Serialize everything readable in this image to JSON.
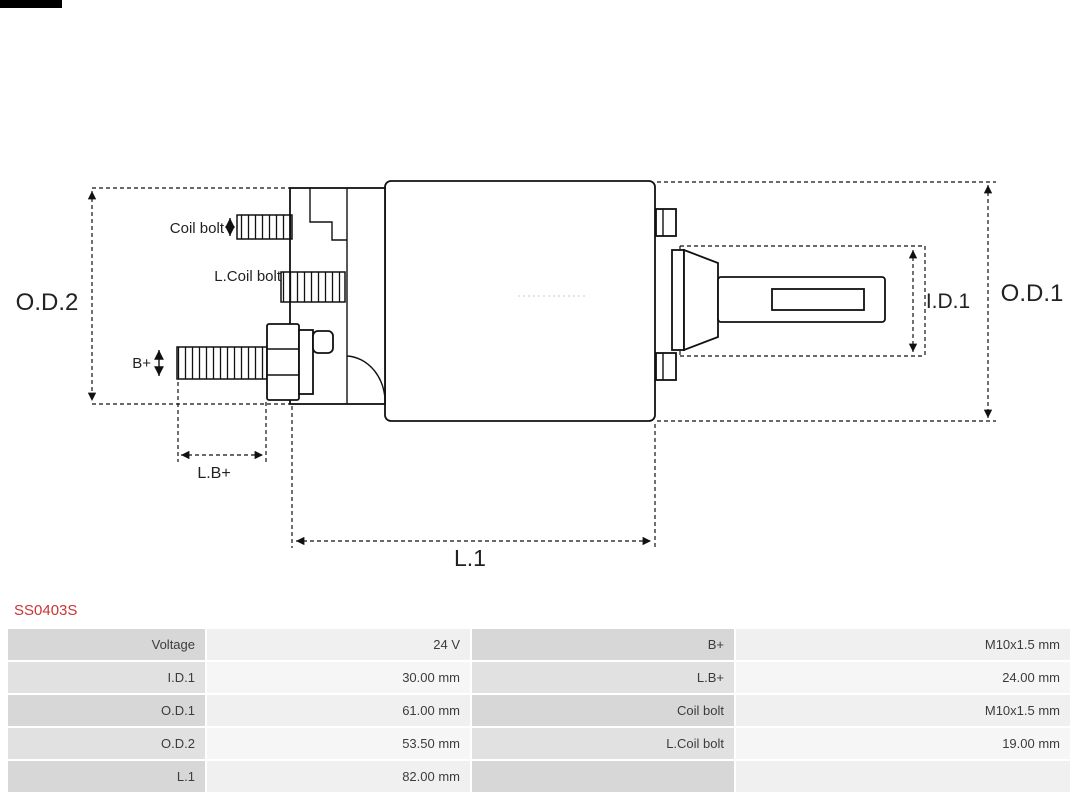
{
  "product": {
    "code": "SS0403S",
    "code_color": "#cc3333"
  },
  "diagram": {
    "labels": {
      "od2": "O.D.2",
      "od1": "O.D.1",
      "id1": "I.D.1",
      "l1": "L.1",
      "lb_plus": "L.B+",
      "b_plus": "B+",
      "coil_bolt": "Coil bolt",
      "l_coil_bolt": "L.Coil bolt"
    }
  },
  "spec_table": {
    "rows": [
      {
        "label_left": "Voltage",
        "value_left": "24 V",
        "label_right": "B+",
        "value_right": "M10x1.5 mm"
      },
      {
        "label_left": "I.D.1",
        "value_left": "30.00 mm",
        "label_right": "L.B+",
        "value_right": "24.00 mm"
      },
      {
        "label_left": "O.D.1",
        "value_left": "61.00 mm",
        "label_right": "Coil bolt",
        "value_right": "M10x1.5 mm"
      },
      {
        "label_left": "O.D.2",
        "value_left": "53.50 mm",
        "label_right": "L.Coil bolt",
        "value_right": "19.00 mm"
      },
      {
        "label_left": "L.1",
        "value_left": "82.00 mm",
        "label_right": "",
        "value_right": ""
      }
    ]
  }
}
